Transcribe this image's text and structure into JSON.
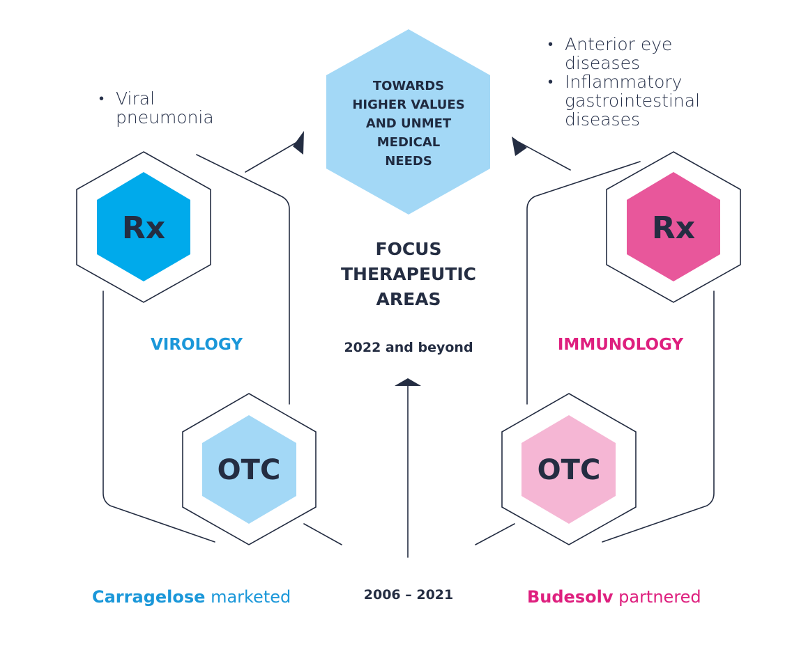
{
  "top_goal": {
    "lines": [
      "TOWARDS",
      "HIGHER VALUES",
      "AND UNMET",
      "MEDICAL",
      "NEEDS"
    ]
  },
  "center": {
    "title_lines": [
      "FOCUS",
      "THERAPEUTIC",
      "AREAS"
    ],
    "period_future": "2022 and beyond",
    "period_past": "2006 – 2021"
  },
  "left": {
    "area": "VIROLOGY",
    "rx_label": "Rx",
    "otc_label": "OTC",
    "indications": [
      "Viral pneumonia"
    ],
    "product_name": "Carragelose",
    "product_status": "marketed"
  },
  "right": {
    "area": "IMMUNOLOGY",
    "rx_label": "Rx",
    "otc_label": "OTC",
    "indications": [
      "Anterior eye diseases",
      "Inflammatory gastrointestinal diseases"
    ],
    "product_name": "Budesolv",
    "product_status": "partnered"
  },
  "colors": {
    "navy": "#242d42",
    "virology_blue": "#1a97d9",
    "immunology_pink": "#de1f7e",
    "rx_blue": "#00aaeb",
    "otc_blue_light": "#a3d8f6",
    "goal_blue": "#a3d8f6",
    "rx_pink": "#e8579b",
    "otc_pink_light": "#f5b6d4"
  }
}
